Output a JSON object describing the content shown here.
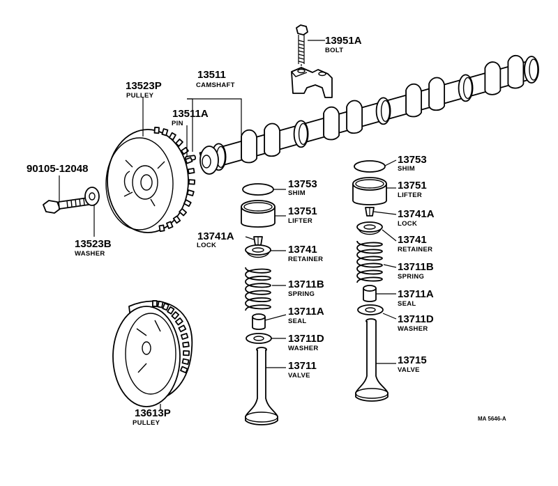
{
  "diagram_code": "MA 5646-A",
  "parts": {
    "bolt_top": {
      "number": "13951A",
      "name": "BOLT"
    },
    "camshaft": {
      "number": "13511",
      "name": "CAMSHAFT"
    },
    "pin": {
      "number": "13511A",
      "name": "PIN"
    },
    "pulley_cam": {
      "number": "13523P",
      "name": "PULLEY"
    },
    "bolt_pulley": {
      "number": "90105-12048",
      "name": ""
    },
    "washer_pulley": {
      "number": "13523B",
      "name": "WASHER"
    },
    "pulley_bottom": {
      "number": "13613P",
      "name": "PULLEY"
    },
    "shim_a": {
      "number": "13753",
      "name": "SHIM"
    },
    "lifter_a": {
      "number": "13751",
      "name": "LIFTER"
    },
    "lock_a": {
      "number": "13741A",
      "name": "LOCK"
    },
    "retainer_a": {
      "number": "13741",
      "name": "RETAINER"
    },
    "spring_a": {
      "number": "13711B",
      "name": "SPRING"
    },
    "seal_a": {
      "number": "13711A",
      "name": "SEAL"
    },
    "washer_a": {
      "number": "13711D",
      "name": "WASHER"
    },
    "valve_a": {
      "number": "13711",
      "name": "VALVE"
    },
    "shim_b": {
      "number": "13753",
      "name": "SHIM"
    },
    "lifter_b": {
      "number": "13751",
      "name": "LIFTER"
    },
    "lock_b": {
      "number": "13741A",
      "name": "LOCK"
    },
    "retainer_b": {
      "number": "13741",
      "name": "RETAINER"
    },
    "spring_b": {
      "number": "13711B",
      "name": "SPRING"
    },
    "seal_b": {
      "number": "13711A",
      "name": "SEAL"
    },
    "washer_b": {
      "number": "13711D",
      "name": "WASHER"
    },
    "valve_b": {
      "number": "13715",
      "name": "VALVE"
    }
  }
}
